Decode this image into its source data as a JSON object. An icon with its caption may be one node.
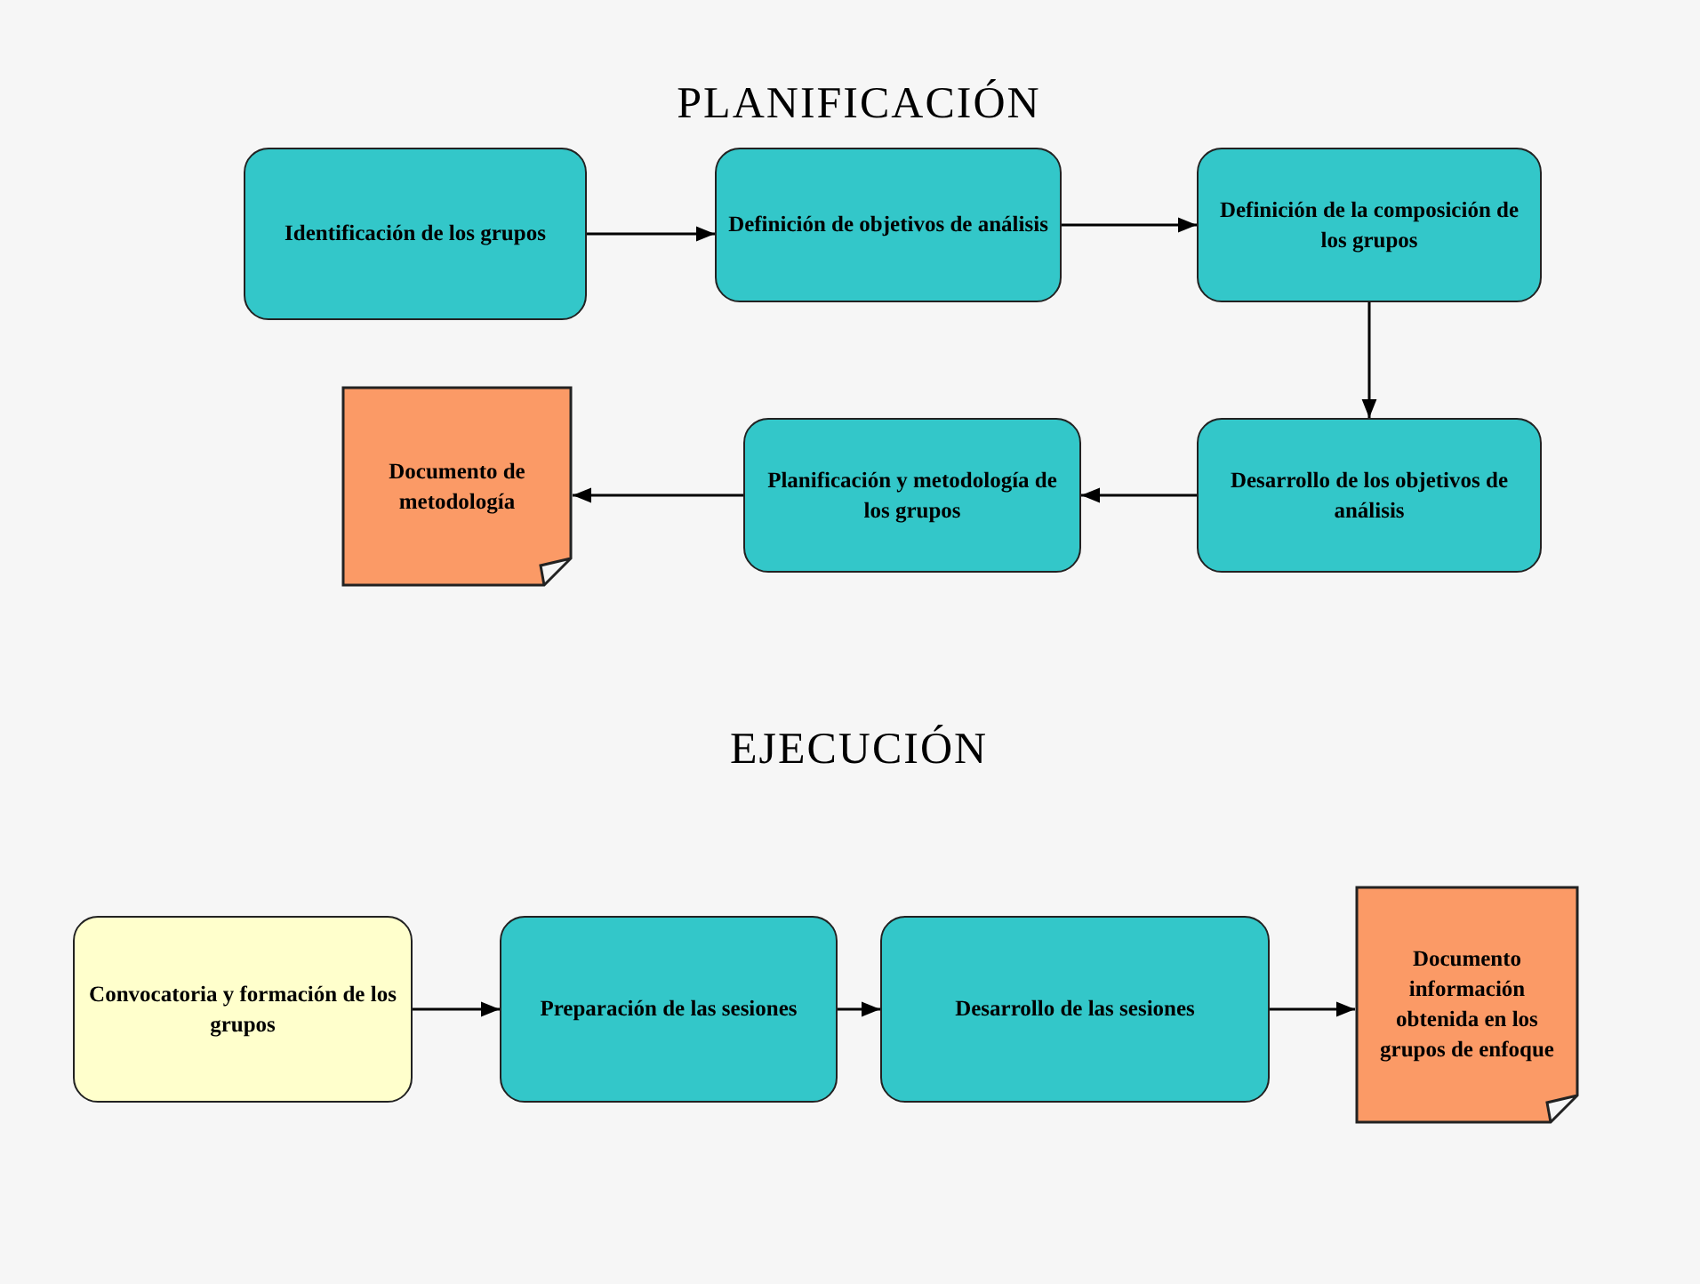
{
  "diagram": {
    "nodes": [
      {
        "text": [
          "Identificación de los grupos"
        ]
      },
      {
        "text": [
          "Definición de objetivos de análisis"
        ]
      },
      {
        "text": [
          "Definición de la composición de los grupos"
        ]
      },
      {
        "text": [
          "Desarrollo de los objetivos de análisis"
        ]
      },
      {
        "text": [
          "Planificación y metodología de los grupos"
        ]
      },
      {
        "text": [
          "Documento de metodología"
        ]
      },
      {
        "text": [
          "Convocatoria y formación de los grupos"
        ]
      },
      {
        "text": [
          "Preparación de las sesiones"
        ]
      },
      {
        "text": [
          "Desarrollo de las sesiones"
        ]
      },
      {
        "text": [
          "Documento información obtenida en los grupos de enfoque"
        ]
      }
    ],
    "edges": [
      {
        "from": 0,
        "to": 1,
        "arrow": "to"
      },
      {
        "from": 1,
        "to": 2,
        "arrow": "to"
      },
      {
        "from": 2,
        "to": 3,
        "arrow": "to"
      },
      {
        "from": 3,
        "to": 4,
        "arrow": "to"
      },
      {
        "from": 4,
        "to": 5,
        "arrow": "to"
      },
      {
        "from": 6,
        "to": 7,
        "arrow": "to"
      },
      {
        "from": 7,
        "to": 8,
        "arrow": "to"
      },
      {
        "from": 8,
        "to": 9,
        "arrow": "to"
      }
    ],
    "labels": [
      "PLANIFICACIÓN",
      "EJECUCIÓN"
    ]
  }
}
